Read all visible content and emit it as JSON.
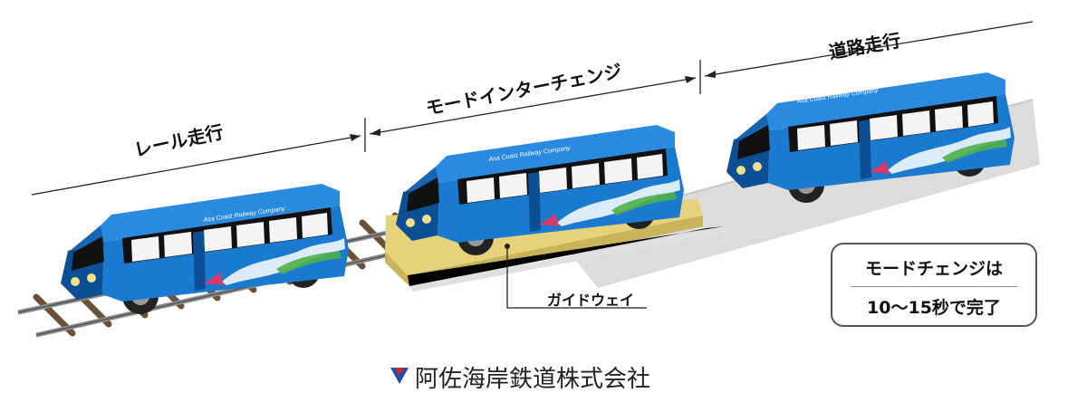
{
  "phases": {
    "rail": "レール走行",
    "mode_change": "モードインターチェンジ",
    "road": "道路走行"
  },
  "guideway_label": "ガイドウェイ",
  "note": {
    "line1": "モードチェンジは",
    "line2": "10～15秒で完了"
  },
  "company_name": "阿佐海岸鉄道株式会社",
  "bus_lettering": "Asa Coast Railway Company",
  "colors": {
    "bus_body": "#1a7ad0",
    "bus_dark": "#0d4f94",
    "guideway": "#e6d27a",
    "road": "#dcdcdc",
    "logo_blue": "#1d4fa8",
    "logo_red": "#d22a2a"
  }
}
